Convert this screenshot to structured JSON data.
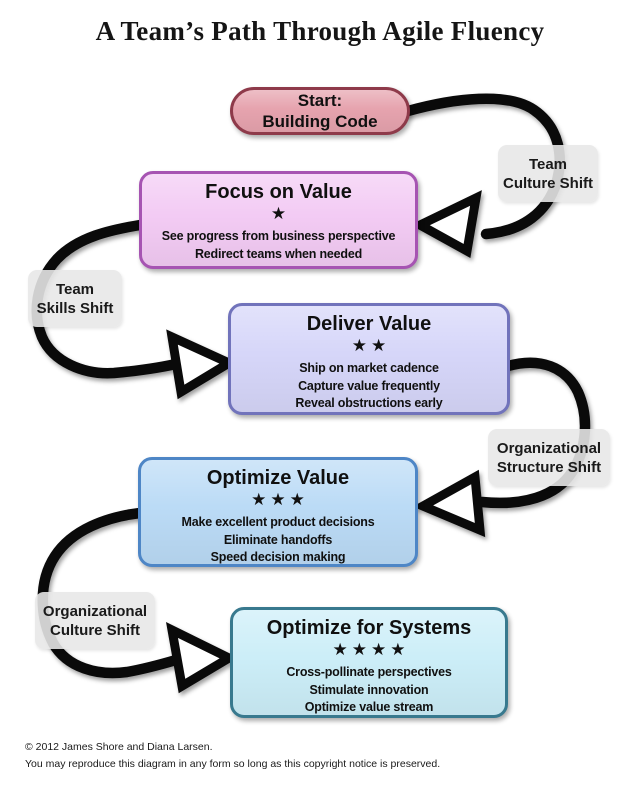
{
  "title": "A Team’s Path Through Agile Fluency",
  "start": {
    "label_line1": "Start:",
    "label_line2": "Building Code",
    "fill": "#e6a3ae",
    "border": "#8e3a4a"
  },
  "stages": [
    {
      "name": "Focus on Value",
      "stars": "★",
      "lines": [
        "See progress from business perspective",
        "Redirect teams when needed"
      ],
      "fill": "#f3cbf4",
      "border": "#a654b2"
    },
    {
      "name": "Deliver Value",
      "stars": "★★",
      "lines": [
        "Ship on market cadence",
        "Capture value frequently",
        "Reveal obstructions early"
      ],
      "fill": "#d6d6f9",
      "border": "#7173bb"
    },
    {
      "name": "Optimize Value",
      "stars": "★★★",
      "lines": [
        "Make excellent product decisions",
        "Eliminate handoffs",
        "Speed decision making"
      ],
      "fill": "#bbdbf6",
      "border": "#4e86c6"
    },
    {
      "name": "Optimize for Systems",
      "stars": "★★★★",
      "lines": [
        "Cross-pollinate perspectives",
        "Stimulate innovation",
        "Optimize value stream"
      ],
      "fill": "#cceef8",
      "border": "#38798e"
    }
  ],
  "shifts": [
    {
      "line1": "Team",
      "line2": "Culture Shift"
    },
    {
      "line1": "Team",
      "line2": "Skills Shift"
    },
    {
      "line1": "Organizational",
      "line2": "Structure Shift"
    },
    {
      "line1": "Organizational",
      "line2": "Culture Shift"
    }
  ],
  "footer": {
    "line1": "© 2012 James Shore and Diana Larsen.",
    "line2": "You may reproduce this diagram in any form so long as this copyright notice is preserved."
  },
  "colors": {
    "arrow": "#0a0a0a",
    "shift_label_bg": "#e7e7e7",
    "text": "#111111",
    "background": "#ffffff"
  }
}
